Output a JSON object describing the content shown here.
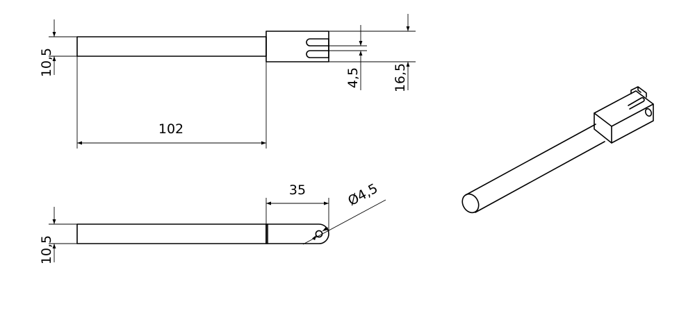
{
  "colors": {
    "line": "#000000",
    "background": "#ffffff"
  },
  "dimensions": {
    "top_rod_height": "10,5",
    "top_length": "102",
    "top_slot": "4,5",
    "top_head_height": "16,5",
    "bottom_rod_height": "10,5",
    "bottom_head_length": "35",
    "bottom_hole": "Ø4,5"
  }
}
